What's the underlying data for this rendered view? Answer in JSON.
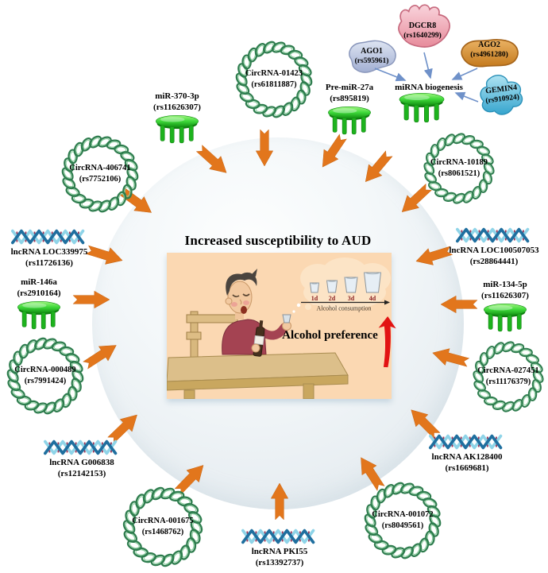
{
  "figure": {
    "title": "Increased susceptibility to AUD",
    "alcohol_preference": "Alcohol preference",
    "bubble": {
      "ticks": [
        "1d",
        "2d",
        "3d",
        "4d"
      ],
      "axis_label": "Alcohol consumption"
    }
  },
  "biogenesis": {
    "label": "miRNA biogenesis"
  },
  "proteins": {
    "ago1": {
      "name": "AGO1",
      "rs": "(rs595961)"
    },
    "dgcr8": {
      "name": "DGCR8",
      "rs": "(rs1640299)"
    },
    "ago2": {
      "name": "AGO2",
      "rs": "(rs4961280)"
    },
    "gemin4": {
      "name": "GEMIN4",
      "rs": "(rs910924)"
    }
  },
  "nodes": {
    "mir370": {
      "name": "miR-370-3p",
      "rs": "(rs11626307)"
    },
    "circ01423": {
      "name": "CircRNA-01423",
      "rs": "(rs61811887)"
    },
    "premir27a": {
      "name": "Pre-miR-27a",
      "rs": "(rs895819)"
    },
    "circ10189": {
      "name": "CircRNA-10189",
      "rs": "(rs8061521)"
    },
    "circ406741": {
      "name": "CircRNA-406741",
      "rs": "(rs7752106)"
    },
    "loc339975": {
      "name": "lncRNA LOC339975",
      "rs": "(rs11726136)"
    },
    "mir146a": {
      "name": "miR-146a",
      "rs": "(rs2910164)"
    },
    "circ000489": {
      "name": "CircRNA-000489",
      "rs": "(rs7991424)"
    },
    "g006838": {
      "name": "lncRNA G006838",
      "rs": "(rs12142153)"
    },
    "circ001675": {
      "name": "CircRNA-001675",
      "rs": "(rs1468762)"
    },
    "pki55": {
      "name": "lncRNA PKI55",
      "rs": "(rs13392737)"
    },
    "circ001072": {
      "name": "CircRNA-001072",
      "rs": "(rs8049561)"
    },
    "ak128400": {
      "name": "lncRNA AK128400",
      "rs": "(rs1669681)"
    },
    "circ027451": {
      "name": "CircRNA-027451",
      "rs": "(rs11176379)"
    },
    "mir134": {
      "name": "miR-134-5p",
      "rs": "(rs11626307)"
    },
    "loc100507053": {
      "name": "lncRNA LOC100507053",
      "rs": "(rs28864441)"
    }
  },
  "colors": {
    "arrow_orange": "#e2761c",
    "ring_green": "#2e7d4e",
    "accent_red": "#e21313",
    "panel_peach": "#fbd8b2"
  }
}
